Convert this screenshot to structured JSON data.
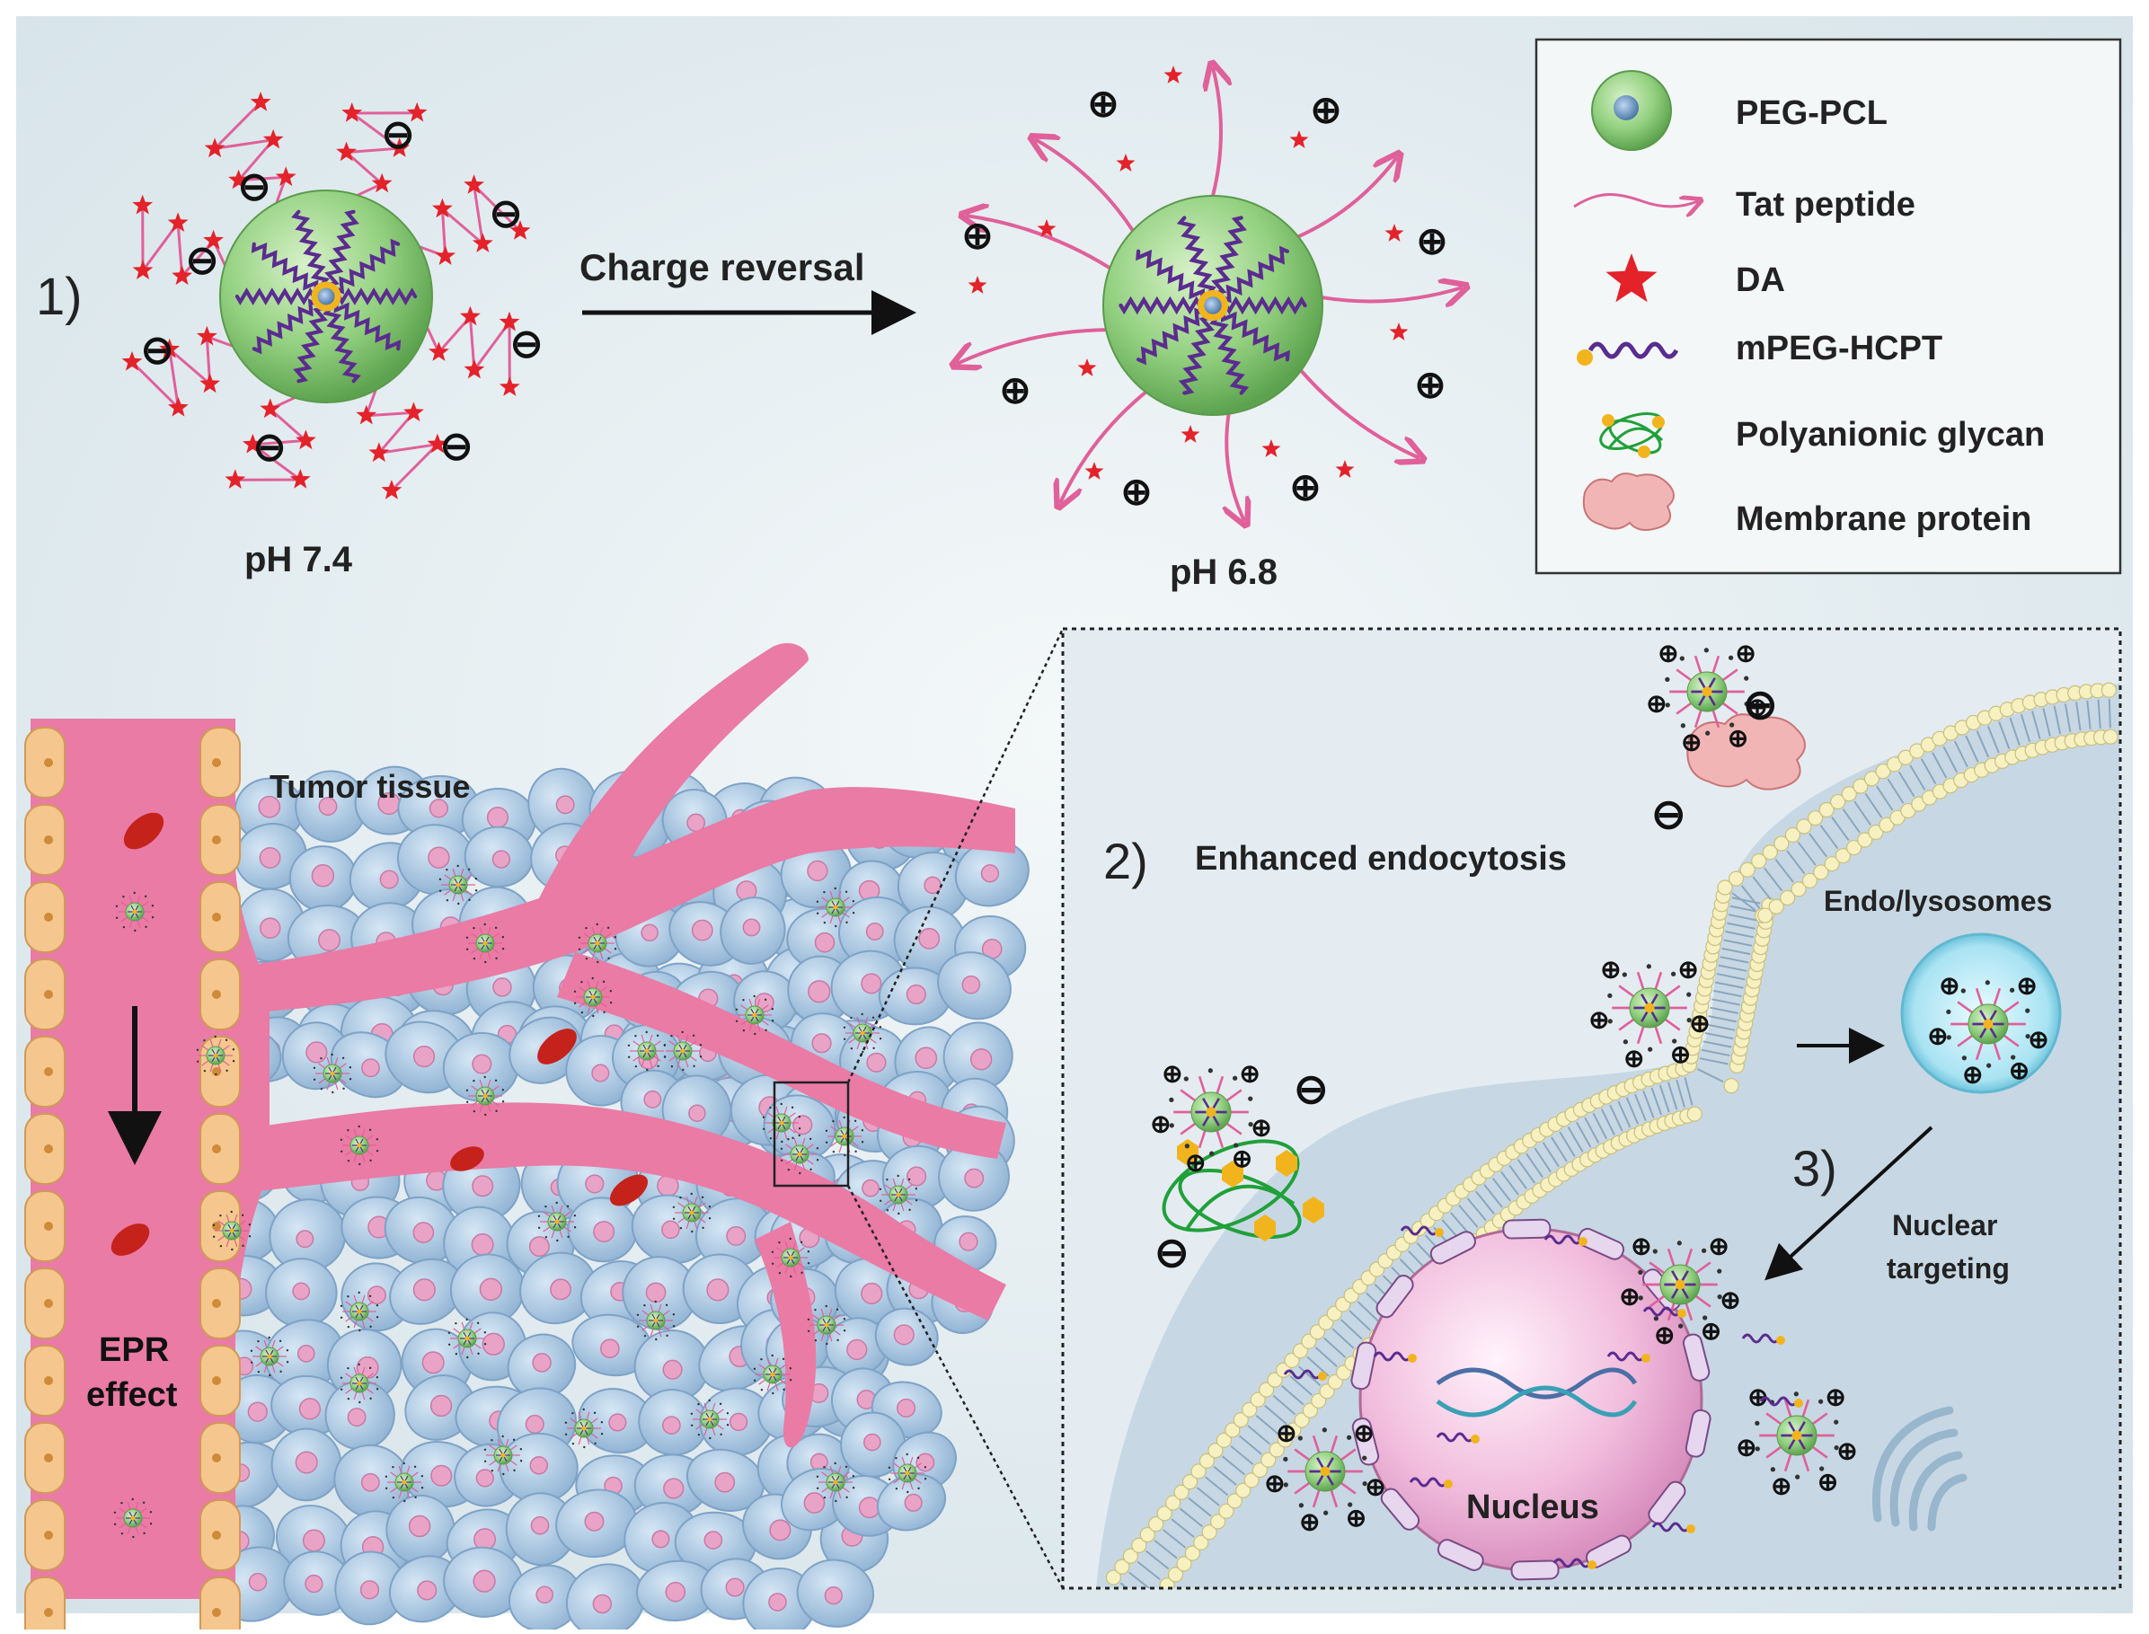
{
  "panel1": {
    "step_label": "1)",
    "arrow_label": "Charge reversal",
    "left_caption": "pH 7.4",
    "right_caption": "pH 6.8",
    "neg_symbol": "⊖",
    "pos_symbol": "⊕"
  },
  "legend": {
    "items": [
      {
        "icon": "peg-pcl-sphere-icon",
        "label": "PEG-PCL"
      },
      {
        "icon": "tat-peptide-arrow-icon",
        "label": "Tat peptide"
      },
      {
        "icon": "star-icon",
        "label": "DA"
      },
      {
        "icon": "wavy-chain-icon",
        "label": "mPEG-HCPT"
      },
      {
        "icon": "glycan-icon",
        "label": "Polyanionic glycan"
      },
      {
        "icon": "membrane-protein-icon",
        "label": "Membrane protein"
      }
    ]
  },
  "tissue": {
    "tumor_label": "Tumor tissue",
    "epr_line1": "EPR",
    "epr_line2": "effect"
  },
  "zoom": {
    "step2_label": "2)",
    "step2_text": "Enhanced endocytosis",
    "endo_label": "Endo/lysosomes",
    "step3_label": "3)",
    "nuclear_line1": "Nuclear",
    "nuclear_line2": "targeting",
    "nucleus_label": "Nucleus",
    "neg_symbol": "⊖"
  },
  "colors": {
    "background": "#dfe9ed",
    "sphere_green": "#8fcf7e",
    "tat_pink": "#e0609a",
    "star_red": "#e3222a",
    "chain_purple": "#5b2c8f",
    "vessel_pink": "#e97ba5",
    "cell_blue": "#a9c8e3",
    "membrane_yellow": "#f7f0c1",
    "nucleus_pink": "#f4c8e2"
  }
}
